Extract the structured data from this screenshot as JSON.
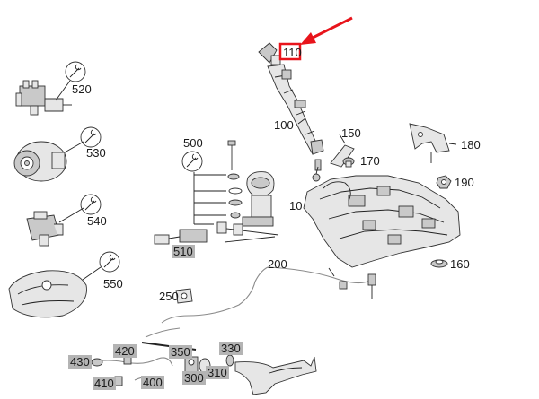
{
  "accent_color": "#e8141b",
  "highlight_color": "#b4b4b4",
  "labels": {
    "110": "110",
    "100": "100",
    "150": "150",
    "170": "170",
    "180": "180",
    "190": "190",
    "160": "160",
    "500": "500",
    "510": "510",
    "520": "520",
    "530": "530",
    "540": "540",
    "550": "550",
    "200": "200",
    "250": "250",
    "10": "10",
    "330": "330",
    "420": "420",
    "350": "350",
    "430": "430",
    "400": "400",
    "410": "410",
    "300": "300",
    "310": "310"
  },
  "icons": [
    "wrench-icon",
    "arrow-icon"
  ]
}
